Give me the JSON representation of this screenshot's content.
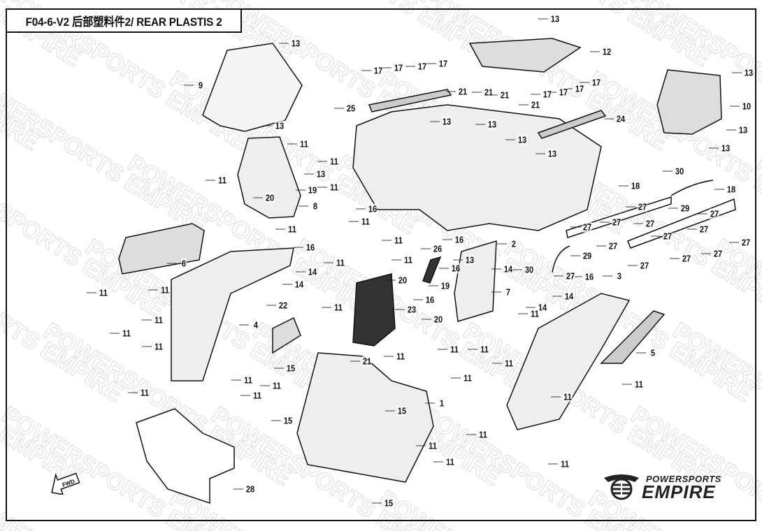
{
  "title": "F04-6-V2 后部塑料件2/ REAR PLASTIS 2",
  "watermark_text": "POWERSPORTS EMPIRE",
  "logo": {
    "line1": "POWERSPORTS",
    "line2": "EMPIRE"
  },
  "direction_marker": "FWD",
  "callouts": [
    "13",
    "9",
    "13",
    "13",
    "12",
    "13",
    "10",
    "13",
    "13",
    "17",
    "17",
    "17",
    "17",
    "25",
    "21",
    "21",
    "21",
    "21",
    "17",
    "17",
    "17",
    "17",
    "24",
    "13",
    "13",
    "13",
    "13",
    "11",
    "11",
    "13",
    "11",
    "11",
    "19",
    "20",
    "8",
    "11",
    "16",
    "11",
    "30",
    "18",
    "18",
    "27",
    "27",
    "27",
    "27",
    "27",
    "27",
    "27",
    "27",
    "27",
    "27",
    "27",
    "27",
    "27",
    "29",
    "29",
    "30",
    "16",
    "2",
    "11",
    "16",
    "16",
    "6",
    "11",
    "11",
    "26",
    "13",
    "16",
    "14",
    "14",
    "14",
    "11",
    "11",
    "20",
    "19",
    "7",
    "16",
    "14",
    "14",
    "3",
    "22",
    "23",
    "11",
    "11",
    "11",
    "4",
    "11",
    "20",
    "5",
    "11",
    "11",
    "11",
    "11",
    "11",
    "11",
    "11",
    "11",
    "21",
    "15",
    "11",
    "11",
    "11",
    "1",
    "15",
    "15",
    "11",
    "11",
    "11",
    "11",
    "11",
    "28",
    "15"
  ]
}
